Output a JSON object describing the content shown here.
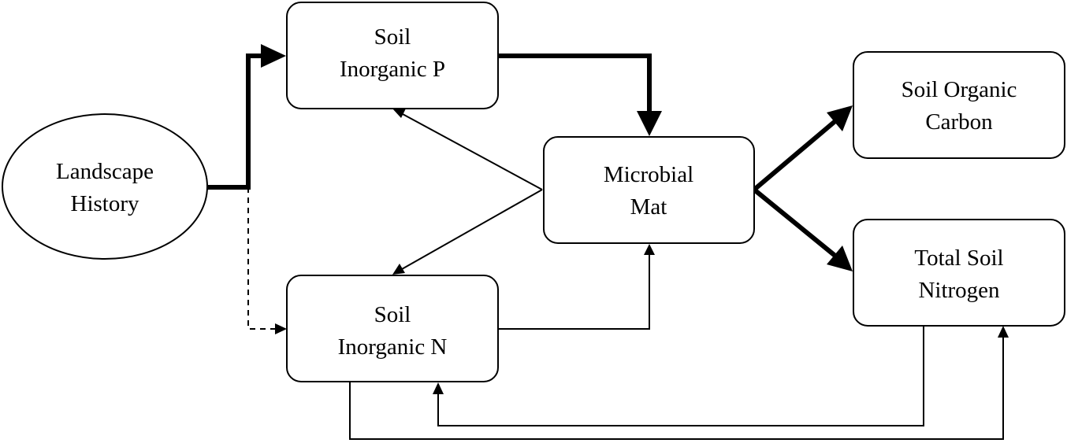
{
  "nodes": {
    "landscape_history": {
      "line1": "Landscape",
      "line2": "History"
    },
    "soil_inorganic_p": {
      "line1": "Soil",
      "line2": "Inorganic P"
    },
    "soil_inorganic_n": {
      "line1": "Soil",
      "line2": "Inorganic N"
    },
    "microbial_mat": {
      "line1": "Microbial",
      "line2": "Mat"
    },
    "soil_organic_carbon": {
      "line1": "Soil Organic",
      "line2": "Carbon"
    },
    "total_soil_nitrogen": {
      "line1": "Total Soil",
      "line2": "Nitrogen"
    }
  },
  "edges": [
    {
      "from": "landscape_history",
      "to": "soil_inorganic_p",
      "style": "thick"
    },
    {
      "from": "landscape_history",
      "to": "soil_inorganic_n",
      "style": "dashed"
    },
    {
      "from": "soil_inorganic_p",
      "to": "microbial_mat",
      "style": "thick"
    },
    {
      "from": "microbial_mat",
      "to": "soil_inorganic_p",
      "style": "thin"
    },
    {
      "from": "microbial_mat",
      "to": "soil_inorganic_n",
      "style": "thin"
    },
    {
      "from": "soil_inorganic_n",
      "to": "microbial_mat",
      "style": "thin"
    },
    {
      "from": "microbial_mat",
      "to": "soil_organic_carbon",
      "style": "thick"
    },
    {
      "from": "microbial_mat",
      "to": "total_soil_nitrogen",
      "style": "thick"
    },
    {
      "from": "total_soil_nitrogen",
      "to": "soil_inorganic_n",
      "style": "thin"
    },
    {
      "from": "soil_inorganic_n",
      "to": "total_soil_nitrogen",
      "style": "thin"
    }
  ]
}
